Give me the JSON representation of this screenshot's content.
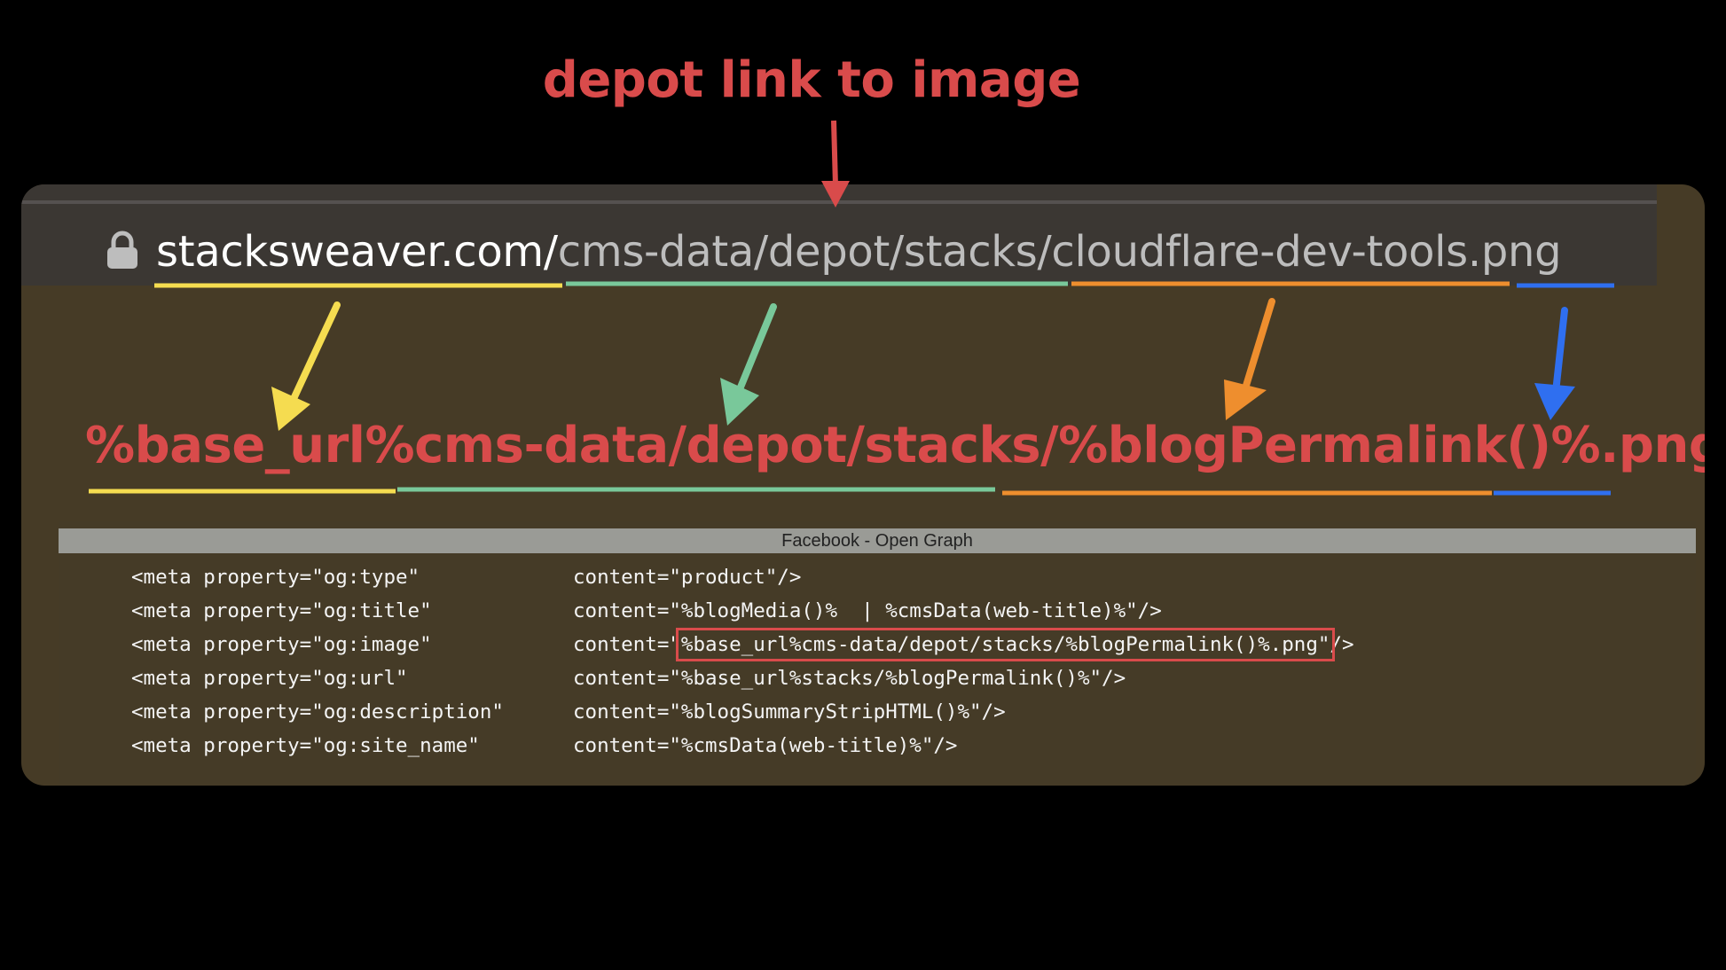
{
  "annotation": {
    "title": "depot link to image"
  },
  "address_bar": {
    "icon": "lock-icon",
    "url_host": "stacksweaver.com/",
    "url_path": "cms-data/depot/stacks/",
    "url_file": "cloudflare-dev-tools",
    "url_ext": ".png"
  },
  "template": {
    "part_base": "%base_url%",
    "part_path": "cms-data/depot/stacks/",
    "part_permalink": "%blogPermalink()%",
    "part_ext": ".png"
  },
  "code_panel": {
    "header": "Facebook - Open Graph",
    "rows": [
      {
        "prop": "<meta property=\"og:type\"",
        "content_pre": "content=\"product\"/>",
        "highlight": "",
        "content_post": ""
      },
      {
        "prop": "<meta property=\"og:title\"",
        "content_pre": "content=\"%blogMedia()%  | %cmsData(web-title)%\"/>",
        "highlight": "",
        "content_post": ""
      },
      {
        "prop": "<meta property=\"og:image\"",
        "content_pre": "content=\"",
        "highlight": "%base_url%cms-data/depot/stacks/%blogPermalink()%.png\"",
        "content_post": "/>"
      },
      {
        "prop": "<meta property=\"og:url\"",
        "content_pre": "content=\"%base_url%stacks/%blogPermalink()%\"/>",
        "highlight": "",
        "content_post": ""
      },
      {
        "prop": "<meta property=\"og:description\"",
        "content_pre": "content=\"%blogSummaryStripHTML()%\"/>",
        "highlight": "",
        "content_post": ""
      },
      {
        "prop": "<meta property=\"og:site_name\"",
        "content_pre": "content=\"%cmsData(web-title)%\"/>",
        "highlight": "",
        "content_post": ""
      }
    ]
  },
  "colors": {
    "red": "#d94b4b",
    "yellow": "#f5dc50",
    "green": "#79c89a",
    "orange": "#ee8e2e",
    "blue": "#2f6ff0",
    "panel": "#463b26"
  }
}
